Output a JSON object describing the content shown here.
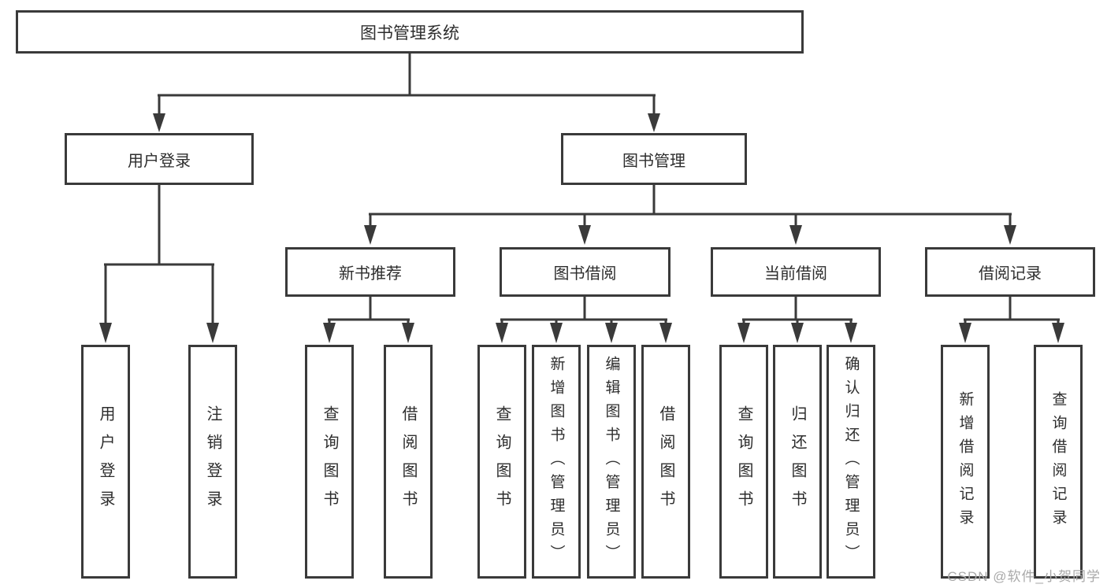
{
  "diagram": {
    "root": {
      "label": "图书管理系统"
    },
    "level2": {
      "user_login": {
        "label": "用户登录"
      },
      "book_mgmt": {
        "label": "图书管理"
      }
    },
    "level3": {
      "new_books": {
        "label": "新书推荐"
      },
      "book_borrow": {
        "label": "图书借阅"
      },
      "current_borrow": {
        "label": "当前借阅"
      },
      "borrow_records": {
        "label": "借阅记录"
      }
    },
    "leaves": {
      "user_login_leaf": {
        "label": "用户登录"
      },
      "logout": {
        "label": "注销登录"
      },
      "nb_query_books": {
        "label": "查询图书"
      },
      "nb_borrow_books": {
        "label": "借阅图书"
      },
      "bb_query_books": {
        "label": "查询图书"
      },
      "bb_add_books": {
        "label": "新增图书（管理员）"
      },
      "bb_edit_books": {
        "label": "编辑图书（管理员）"
      },
      "bb_borrow_books": {
        "label": "借阅图书"
      },
      "cb_query_books": {
        "label": "查询图书"
      },
      "cb_return_books": {
        "label": "归还图书"
      },
      "cb_confirm_return": {
        "label": "确认归还（管理员）"
      },
      "br_add_record": {
        "label": "新增借阅记录"
      },
      "br_query_record": {
        "label": "查询借阅记录"
      }
    }
  },
  "watermark": {
    "text": "CSDN @软件_小贺同学"
  },
  "colors": {
    "line": "#3a3a3a",
    "text": "#2d2d2d",
    "watermark": "#a9a9a9",
    "background": "#ffffff"
  }
}
